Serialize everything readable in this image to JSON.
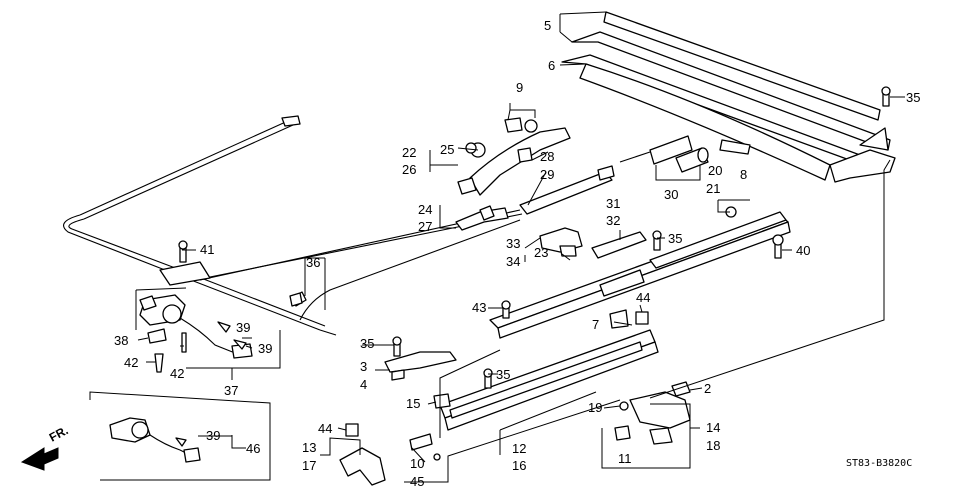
{
  "labels": {
    "p2": "2",
    "p3": "3",
    "p4": "4",
    "p5": "5",
    "p6": "6",
    "p7": "7",
    "p8": "8",
    "p9": "9",
    "p10": "10",
    "p11": "11",
    "p12": "12",
    "p13": "13",
    "p14": "14",
    "p15": "15",
    "p16": "16",
    "p17": "17",
    "p18": "18",
    "p19": "19",
    "p20": "20",
    "p21": "21",
    "p22": "22",
    "p23": "23",
    "p24": "24",
    "p25": "25",
    "p26": "26",
    "p27": "27",
    "p28": "28",
    "p29": "29",
    "p30": "30",
    "p31": "31",
    "p32": "32",
    "p33": "33",
    "p34": "34",
    "p35a": "35",
    "p35b": "35",
    "p35c": "35",
    "p35d": "35",
    "p36": "36",
    "p37": "37",
    "p38": "38",
    "p39a": "39",
    "p39b": "39",
    "p39c": "39",
    "p40": "40",
    "p41": "41",
    "p42a": "42",
    "p42b": "42",
    "p43": "43",
    "p44a": "44",
    "p44b": "44",
    "p45": "45",
    "p46": "46"
  },
  "front_indicator": "FR.",
  "diagram_code": "ST83-B3820C",
  "colors": {
    "line": "#000000",
    "background": "#ffffff"
  }
}
